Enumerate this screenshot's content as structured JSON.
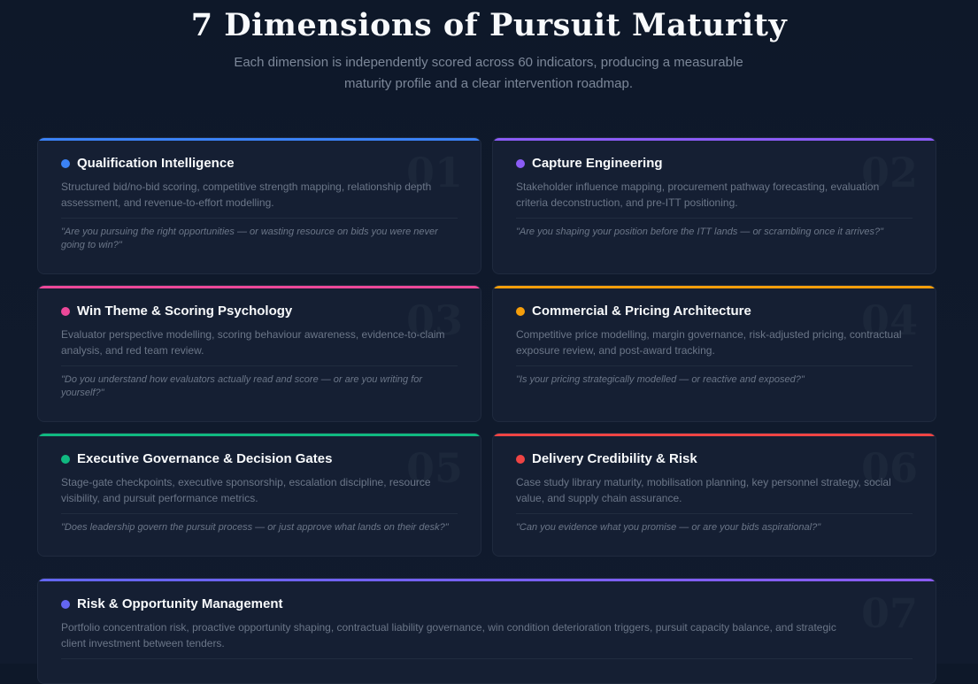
{
  "header": {
    "title": "7 Dimensions of Pursuit Maturity",
    "subtitle": "Each dimension is independently scored across 60 indicators, producing a measurable maturity profile and a clear intervention roadmap."
  },
  "cards": [
    {
      "num": "01",
      "title": "Qualification Intelligence",
      "color": "#3b82f6",
      "desc": "Structured bid/no-bid scoring, competitive strength mapping, relationship depth assessment, and revenue-to-effort modelling.",
      "quote": "\"Are you pursuing the right opportunities — or wasting resource on bids you were never going to win?\""
    },
    {
      "num": "02",
      "title": "Capture Engineering",
      "color": "#8b5cf6",
      "desc": "Stakeholder influence mapping, procurement pathway forecasting, evaluation criteria deconstruction, and pre-ITT positioning.",
      "quote": "\"Are you shaping your position before the ITT lands — or scrambling once it arrives?\""
    },
    {
      "num": "03",
      "title": "Win Theme & Scoring Psychology",
      "color": "#ec4899",
      "desc": "Evaluator perspective modelling, scoring behaviour awareness, evidence-to-claim analysis, and red team review.",
      "quote": "\"Do you understand how evaluators actually read and score — or are you writing for yourself?\""
    },
    {
      "num": "04",
      "title": "Commercial & Pricing Architecture",
      "color": "#f59e0b",
      "desc": "Competitive price modelling, margin governance, risk-adjusted pricing, contractual exposure review, and post-award tracking.",
      "quote": "\"Is your pricing strategically modelled — or reactive and exposed?\""
    },
    {
      "num": "05",
      "title": "Executive Governance & Decision Gates",
      "color": "#10b981",
      "desc": "Stage-gate checkpoints, executive sponsorship, escalation discipline, resource visibility, and pursuit performance metrics.",
      "quote": "\"Does leadership govern the pursuit process — or just approve what lands on their desk?\""
    },
    {
      "num": "06",
      "title": "Delivery Credibility & Risk",
      "color": "#ef4444",
      "desc": "Case study library maturity, mobilisation planning, key personnel strategy, social value, and supply chain assurance.",
      "quote": "\"Can you evidence what you promise — or are your bids aspirational?\""
    },
    {
      "num": "07",
      "title": "Risk & Opportunity Management",
      "color": "#6366f1",
      "desc": "Portfolio concentration risk, proactive opportunity shaping, contractual liability governance, win condition deterioration triggers, pursuit capacity balance, and strategic client investment between tenders."
    }
  ]
}
